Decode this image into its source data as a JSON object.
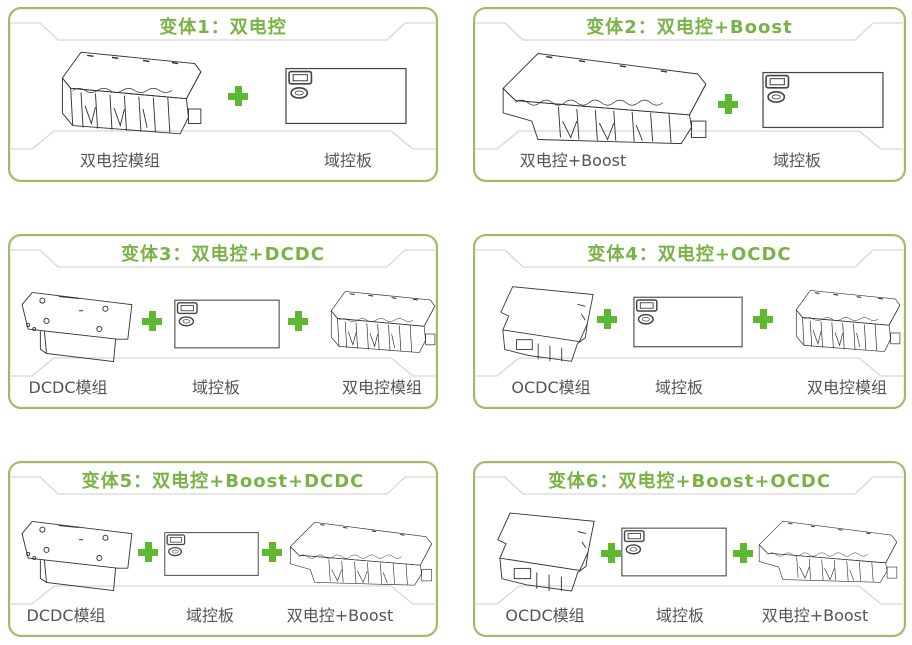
{
  "colors": {
    "accent_green": "#79b346",
    "border_green": "#9dbb6a",
    "plus_green": "#5fb832",
    "label_gray": "#555555"
  },
  "variants": [
    {
      "title": "变体1：双电控",
      "components": [
        {
          "icon": "dual-inverter-module-icon",
          "label": "双电控模组"
        },
        {
          "icon": "domain-controller-board-icon",
          "label": "域控板"
        }
      ]
    },
    {
      "title": "变体2：双电控+Boost",
      "components": [
        {
          "icon": "dual-inverter-boost-module-icon",
          "label": "双电控+Boost"
        },
        {
          "icon": "domain-controller-board-icon",
          "label": "域控板"
        }
      ]
    },
    {
      "title": "变体3：双电控+DCDC",
      "components": [
        {
          "icon": "dcdc-module-icon",
          "label": "DCDC模组"
        },
        {
          "icon": "domain-controller-board-icon",
          "label": "域控板"
        },
        {
          "icon": "dual-inverter-module-icon",
          "label": "双电控模组"
        }
      ]
    },
    {
      "title": "变体4：双电控+OCDC",
      "components": [
        {
          "icon": "ocdc-module-icon",
          "label": "OCDC模组"
        },
        {
          "icon": "domain-controller-board-icon",
          "label": "域控板"
        },
        {
          "icon": "dual-inverter-module-icon",
          "label": "双电控模组"
        }
      ]
    },
    {
      "title": "变体5：双电控+Boost+DCDC",
      "components": [
        {
          "icon": "dcdc-module-icon",
          "label": "DCDC模组"
        },
        {
          "icon": "domain-controller-board-icon",
          "label": "域控板"
        },
        {
          "icon": "dual-inverter-boost-module-icon",
          "label": "双电控+Boost"
        }
      ]
    },
    {
      "title": "变体6：双电控+Boost+OCDC",
      "components": [
        {
          "icon": "ocdc-module-icon",
          "label": "OCDC模组"
        },
        {
          "icon": "domain-controller-board-icon",
          "label": "域控板"
        },
        {
          "icon": "dual-inverter-boost-module-icon",
          "label": "双电控+Boost"
        }
      ]
    }
  ]
}
